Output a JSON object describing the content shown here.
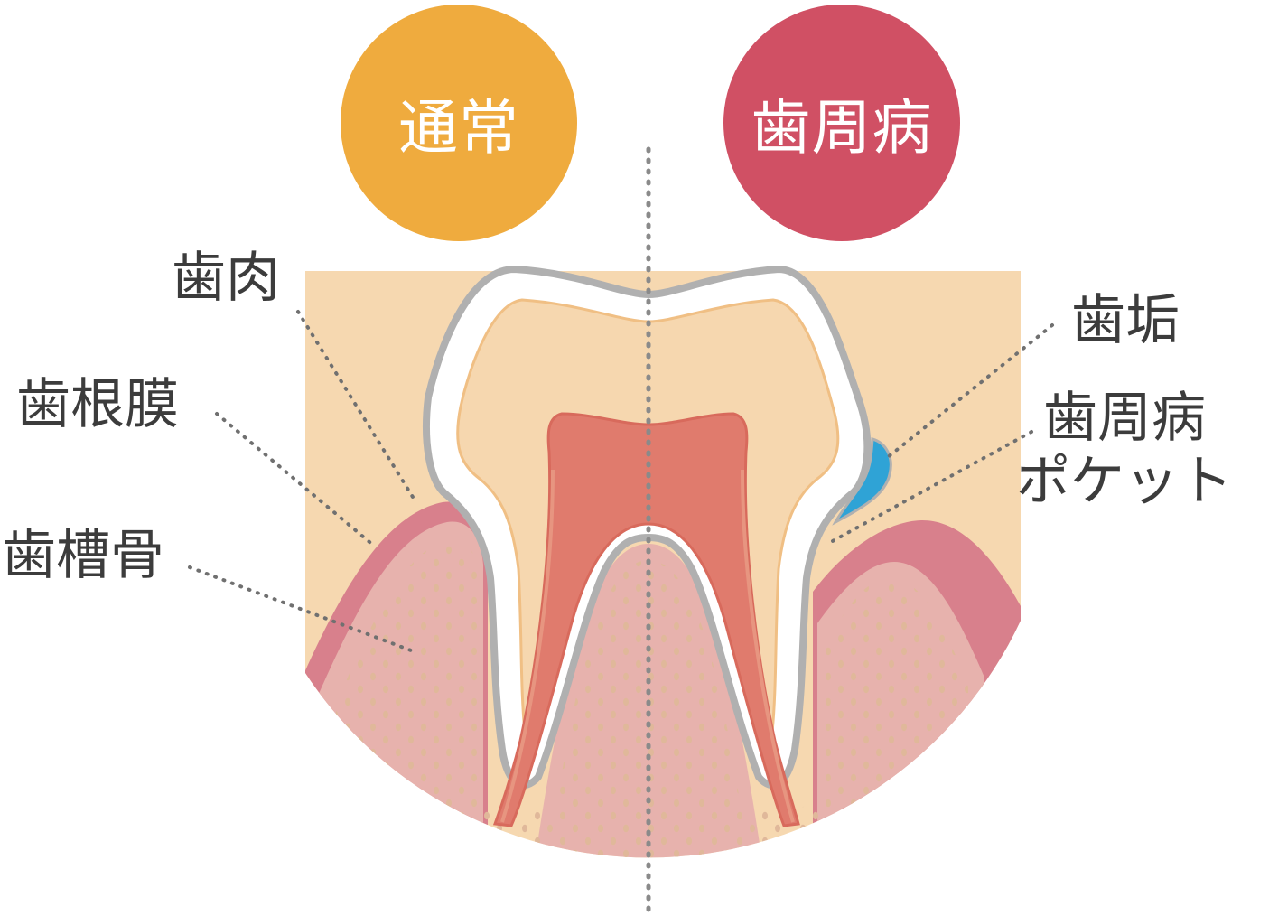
{
  "badges": {
    "normal": {
      "text": "通常",
      "color": "#efab3e"
    },
    "disease": {
      "text": "歯周病",
      "color": "#d05064"
    }
  },
  "labels": {
    "gum": "歯肉",
    "periodontal_ligament": "歯根膜",
    "alveolar_bone": "歯槽骨",
    "plaque": "歯垢",
    "pocket_line1": "歯周病",
    "pocket_line2": "ポケット"
  },
  "colors": {
    "gum": "#d8808c",
    "gum_dark": "#cf6a7a",
    "gum_inner": "#e7b2ad",
    "bone": "#f6d8b0",
    "bone_dots": "#e0b89a",
    "tooth_outline": "#b0b0b0",
    "enamel": "#ffffff",
    "dentin": "#f6d7af",
    "dentin_edge": "#f0bf84",
    "pulp": "#e07b6d",
    "pulp_edge": "#d86a5c",
    "plaque": "#2fa3d6",
    "leader": "#707070",
    "divider": "#8a8a8a"
  }
}
